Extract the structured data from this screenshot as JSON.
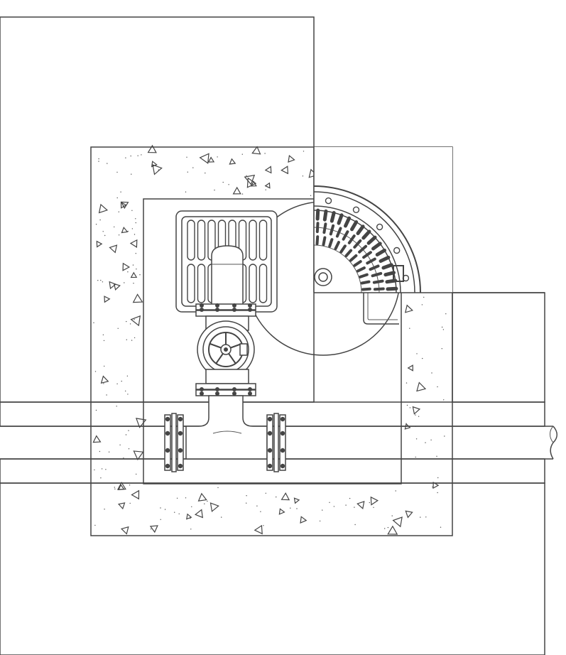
{
  "drawing": {
    "kind": "valve chamber cross-section",
    "colors": {
      "line": "#444444",
      "background": "#ffffff",
      "gravel": "#888888"
    }
  },
  "labels": {
    "pipe_tag_line1": "",
    "pipe_tag_line2": ""
  },
  "icons": {
    "soil_pattern": "crosshatch-soil",
    "concrete_pattern": "concrete-aggregate",
    "bedding_pattern": "gravel-bedding",
    "cover": "manhole-cover-detail",
    "handwheel": "valve-handwheel"
  }
}
